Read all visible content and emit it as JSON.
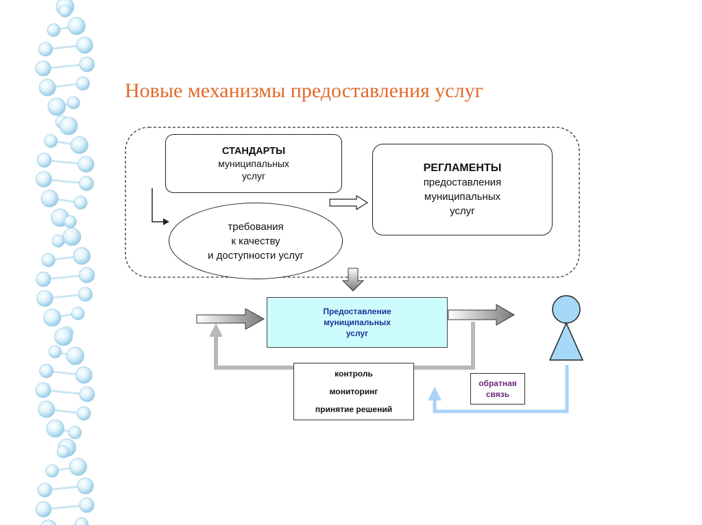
{
  "slide": {
    "title": "Новые механизмы предоставления услуг"
  },
  "diagram": {
    "standards": {
      "line1": "СТАНДАРТЫ",
      "line2": "муниципальных",
      "line3": "услуг"
    },
    "regulations": {
      "line1": "РЕГЛАМЕНТЫ",
      "line2": "предоставления",
      "line3": "муниципальных",
      "line4": "услуг"
    },
    "requirements": {
      "line1": "требования",
      "line2": "к качеству",
      "line3": "и доступности услуг"
    },
    "provision": {
      "line1": "Предоставление",
      "line2": "муниципальных",
      "line3": "услуг"
    },
    "control": {
      "line1": "контроль",
      "line2": "мониторинг",
      "line3": "принятие решений"
    },
    "feedback": {
      "line1": "обратная",
      "line2": "связь"
    }
  },
  "colors": {
    "title": "#e06a2c",
    "provision_fill": "#ccfcfc",
    "provision_text": "#1e2f9a",
    "feedback_text": "#6a2a7a",
    "person_fill": "#a6d8f7",
    "feedback_arrow": "#a9d3f7",
    "control_arrow": "#b8b8b8",
    "dna_beads": "#bfe4f5"
  },
  "icons": {
    "person": "person-figure-icon",
    "decoration": "dna-strand-decoration"
  }
}
